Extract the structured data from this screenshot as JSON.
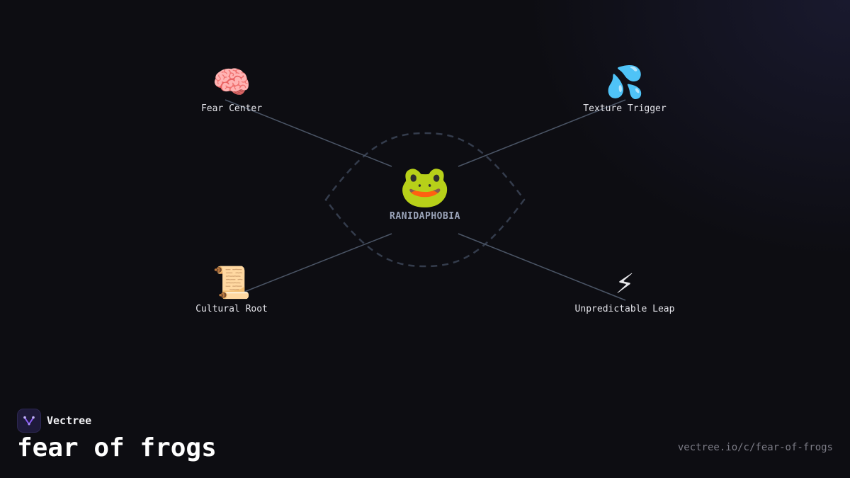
{
  "diagram": {
    "center": {
      "emoji": "🐸",
      "label": "RANIDAPHOBIA"
    },
    "nodes": [
      {
        "id": "fear-center",
        "emoji": "🧠",
        "label": "Fear Center"
      },
      {
        "id": "texture-trigger",
        "emoji": "💦",
        "label": "Texture Trigger"
      },
      {
        "id": "cultural-root",
        "emoji": "📜",
        "label": "Cultural Root"
      },
      {
        "id": "unpredictable-leap",
        "emoji": "⚡",
        "label": "Unpredictable Leap"
      }
    ],
    "colors": {
      "connector": "#4b5566",
      "dashed_outline": "#343c4c"
    }
  },
  "brand": {
    "name": "Vectree",
    "logo_icon": "vectree-logo-icon",
    "accent": "#8b5cf6"
  },
  "title": "fear of frogs",
  "url": "vectree.io/c/fear-of-frogs"
}
